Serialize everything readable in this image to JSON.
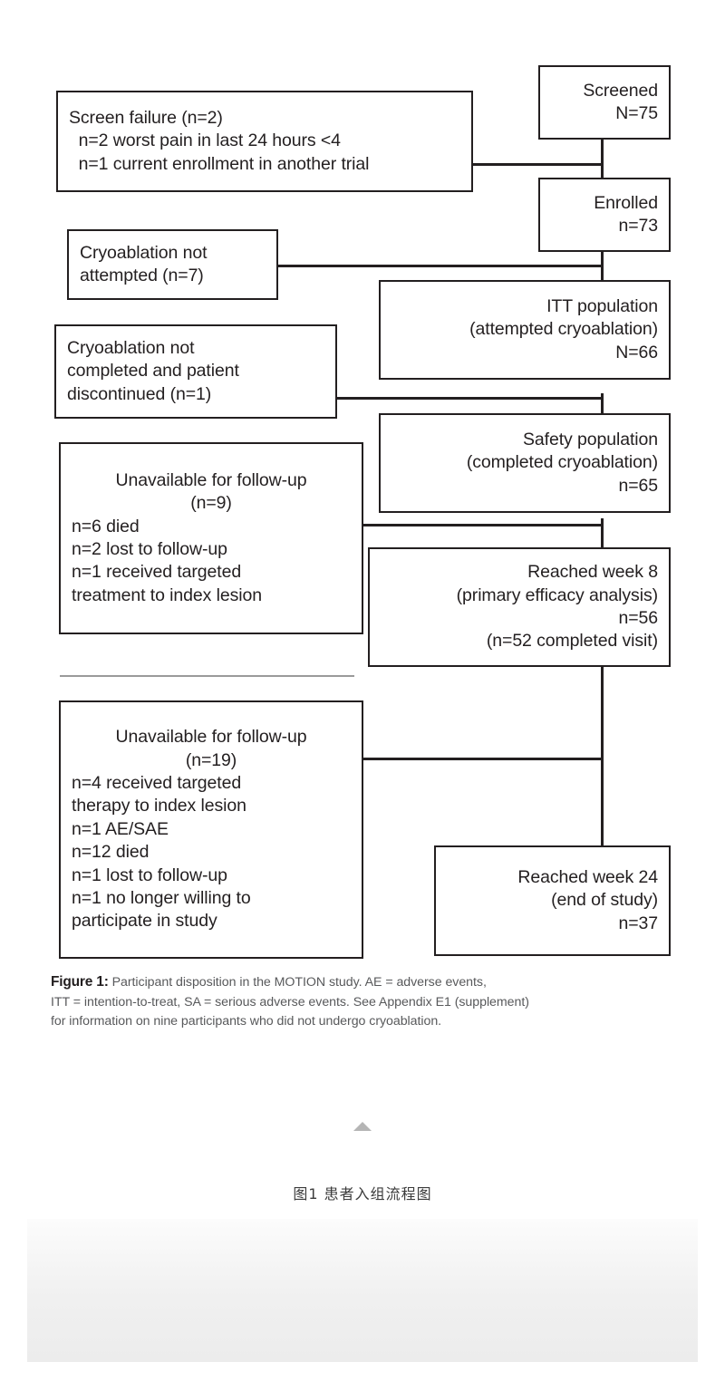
{
  "figure": {
    "label": "Figure 1:",
    "caption_line1": "Participant disposition in the MOTION study. AE = adverse events,",
    "caption_line2": "ITT = intention-to-treat, SA = serious adverse events. See Appendix E1 (supplement)",
    "caption_line3": "for information on nine participants who did not undergo cryoablation."
  },
  "chinese_caption": "图1  患者入组流程图",
  "colors": {
    "box_border": "#231f20",
    "text": "#231f20",
    "caption_text": "#58595b",
    "thin_rule": "#9a9a9a",
    "triangle": "#b5b5b5",
    "panel_bg": "#efefef"
  },
  "flow": {
    "main_nodes": [
      {
        "id": "screened",
        "lines": [
          "Screened",
          "N=75"
        ],
        "align": "right"
      },
      {
        "id": "enrolled",
        "lines": [
          "Enrolled",
          "n=73"
        ],
        "align": "right"
      },
      {
        "id": "itt-population",
        "lines": [
          "ITT population",
          "(attempted cryoablation)",
          "N=66"
        ],
        "align": "right"
      },
      {
        "id": "safety-population",
        "lines": [
          "Safety population",
          "(completed cryoablation)",
          "n=65"
        ],
        "align": "right"
      },
      {
        "id": "reached-week-8",
        "lines": [
          "Reached week 8",
          "(primary efficacy analysis)",
          "n=56",
          "(n=52 completed visit)"
        ],
        "align": "right"
      },
      {
        "id": "reached-week-24",
        "lines": [
          "Reached week 24",
          "(end of study)",
          "n=37"
        ],
        "align": "right"
      }
    ],
    "exclusion_nodes": [
      {
        "id": "screen-failure",
        "lines": [
          "Screen failure (n=2)",
          "  n=2 worst pain in last 24 hours <4",
          "  n=1 current enrollment in another trial"
        ],
        "align": "left"
      },
      {
        "id": "cryoablation-not-attempted",
        "lines": [
          "Cryoablation not",
          "attempted (n=7)"
        ],
        "align": "left"
      },
      {
        "id": "cryoablation-not-completed",
        "lines": [
          "Cryoablation not",
          "completed and patient",
          "discontinued (n=1)"
        ],
        "align": "left"
      },
      {
        "id": "unavailable-followup-9",
        "lines": [
          "Unavailable for follow-up",
          "(n=9)",
          "n=6 died",
          "n=2 lost to follow-up",
          "n=1 received targeted",
          "treatment to index lesion"
        ],
        "align": "left",
        "centered_lines": [
          0,
          1
        ]
      },
      {
        "id": "unavailable-followup-19",
        "lines": [
          "Unavailable for follow-up",
          "(n=19)",
          "n=4 received targeted",
          "therapy to index lesion",
          "n=1 AE/SAE",
          "n=12 died",
          "n=1 lost to follow-up",
          "n=1 no longer willing to",
          "participate in study"
        ],
        "align": "left",
        "centered_lines": [
          0,
          1
        ]
      }
    ]
  },
  "chart_data": {
    "type": "diagram",
    "title": "Participant disposition in the MOTION study",
    "diagram_kind": "CONSORT participant flow diagram",
    "nodes": [
      {
        "name": "Screened",
        "count_label": "N=75",
        "value": 75
      },
      {
        "name": "Screen failure",
        "count_label": "n=2",
        "value": 2,
        "details": [
          "n=2 worst pain in last 24 hours <4",
          "n=1 current enrollment in another trial"
        ]
      },
      {
        "name": "Enrolled",
        "count_label": "n=73",
        "value": 73
      },
      {
        "name": "Cryoablation not attempted",
        "count_label": "n=7",
        "value": 7
      },
      {
        "name": "ITT population (attempted cryoablation)",
        "count_label": "N=66",
        "value": 66
      },
      {
        "name": "Cryoablation not completed and patient discontinued",
        "count_label": "n=1",
        "value": 1
      },
      {
        "name": "Safety population (completed cryoablation)",
        "count_label": "n=65",
        "value": 65
      },
      {
        "name": "Unavailable for follow-up",
        "count_label": "n=9",
        "value": 9,
        "details": [
          "n=6 died",
          "n=2 lost to follow-up",
          "n=1 received targeted treatment to index lesion"
        ]
      },
      {
        "name": "Reached week 8 (primary efficacy analysis)",
        "count_label": "n=56",
        "value": 56,
        "details": [
          "n=52 completed visit"
        ]
      },
      {
        "name": "Unavailable for follow-up",
        "count_label": "n=19",
        "value": 19,
        "details": [
          "n=4 received targeted therapy to index lesion",
          "n=1 AE/SAE",
          "n=12 died",
          "n=1 lost to follow-up",
          "n=1 no longer willing to participate in study"
        ]
      },
      {
        "name": "Reached week 24 (end of study)",
        "count_label": "n=37",
        "value": 37
      }
    ],
    "edges": [
      {
        "from": "Screened",
        "to": "Screen failure"
      },
      {
        "from": "Screened",
        "to": "Enrolled"
      },
      {
        "from": "Enrolled",
        "to": "Cryoablation not attempted"
      },
      {
        "from": "Enrolled",
        "to": "ITT population (attempted cryoablation)"
      },
      {
        "from": "ITT population (attempted cryoablation)",
        "to": "Cryoablation not completed and patient discontinued"
      },
      {
        "from": "ITT population (attempted cryoablation)",
        "to": "Safety population (completed cryoablation)"
      },
      {
        "from": "Safety population (completed cryoablation)",
        "to": "Unavailable for follow-up"
      },
      {
        "from": "Safety population (completed cryoablation)",
        "to": "Reached week 8 (primary efficacy analysis)"
      },
      {
        "from": "Reached week 8 (primary efficacy analysis)",
        "to": "Unavailable for follow-up"
      },
      {
        "from": "Reached week 8 (primary efficacy analysis)",
        "to": "Reached week 24 (end of study)"
      }
    ]
  }
}
